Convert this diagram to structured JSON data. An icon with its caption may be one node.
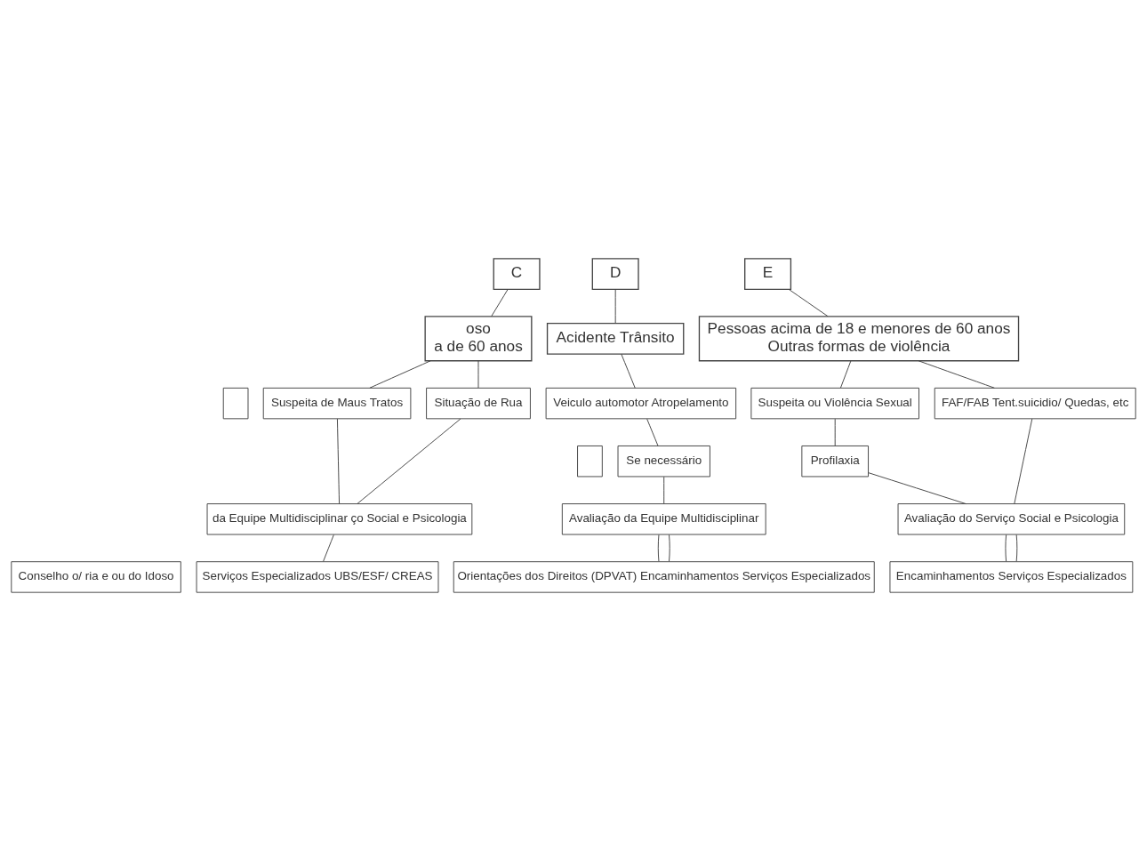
{
  "diagram": {
    "nodes": [
      {
        "text": [
          "C"
        ]
      },
      {
        "text": [
          "D"
        ]
      },
      {
        "text": [
          "E"
        ]
      },
      {
        "text": [
          "oso",
          "a de 60 anos"
        ]
      },
      {
        "text": [
          "Acidente Trânsito"
        ]
      },
      {
        "text": [
          "Pessoas acima de 18 e menores de 60 anos",
          "Outras formas de violência"
        ]
      },
      {
        "text": [],
        "shape": "box"
      },
      {
        "text": [
          "Suspeita de Maus Tratos"
        ]
      },
      {
        "text": [
          "Situação de Rua"
        ]
      },
      {
        "text": [
          "Veiculo automotor Atropelamento"
        ]
      },
      {
        "text": [
          "Suspeita ou Violência Sexual"
        ]
      },
      {
        "text": [
          "FAF/FAB Tent.suicidio/ Quedas, etc"
        ]
      },
      {
        "text": [],
        "shape": "box"
      },
      {
        "text": [
          "Se necessário"
        ]
      },
      {
        "text": [
          "Profilaxia"
        ]
      },
      {
        "text": [
          "da Equipe Multidisciplinar ço Social e Psicologia"
        ]
      },
      {
        "text": [
          "Avaliação da Equipe Multidisciplinar"
        ]
      },
      {
        "text": [
          "Avaliação do Serviço Social e Psicologia"
        ]
      },
      {
        "text": [
          "Conselho o/ ria e ou do Idoso"
        ]
      },
      {
        "text": [
          "Serviços Especializados UBS/ESF/ CREAS"
        ]
      },
      {
        "text": [
          "Orientações dos Direitos (DPVAT) Encaminhamentos Serviços Especializados"
        ]
      },
      {
        "text": [
          "Encaminhamentos Serviços Especializados"
        ]
      }
    ],
    "edges": [
      {
        "from": 0,
        "to": 3,
        "arrow": "none"
      },
      {
        "from": 1,
        "to": 4,
        "arrow": "none"
      },
      {
        "from": 2,
        "to": 5,
        "arrow": "none"
      },
      {
        "from": 3,
        "to": 7,
        "arrow": "none"
      },
      {
        "from": 3,
        "to": 8,
        "arrow": "none"
      },
      {
        "from": 4,
        "to": 9,
        "arrow": "none"
      },
      {
        "from": 5,
        "to": 10,
        "arrow": "none"
      },
      {
        "from": 5,
        "to": 11,
        "arrow": "none"
      },
      {
        "from": 9,
        "to": 13,
        "arrow": "none"
      },
      {
        "from": 10,
        "to": 14,
        "arrow": "none"
      },
      {
        "from": 7,
        "to": 15,
        "arrow": "none"
      },
      {
        "from": 8,
        "to": 15,
        "arrow": "none"
      },
      {
        "from": 13,
        "to": 16,
        "arrow": "none"
      },
      {
        "from": 14,
        "to": 17,
        "arrow": "none"
      },
      {
        "from": 11,
        "to": 17,
        "arrow": "none"
      },
      {
        "from": 15,
        "to": 19,
        "arrow": "none"
      },
      {
        "from": 16,
        "to": 20,
        "arrow": "none"
      },
      {
        "from": 16,
        "to": 20,
        "arrow": "none"
      },
      {
        "from": 17,
        "to": 21,
        "arrow": "none"
      },
      {
        "from": 17,
        "to": 21,
        "arrow": "none"
      }
    ]
  }
}
